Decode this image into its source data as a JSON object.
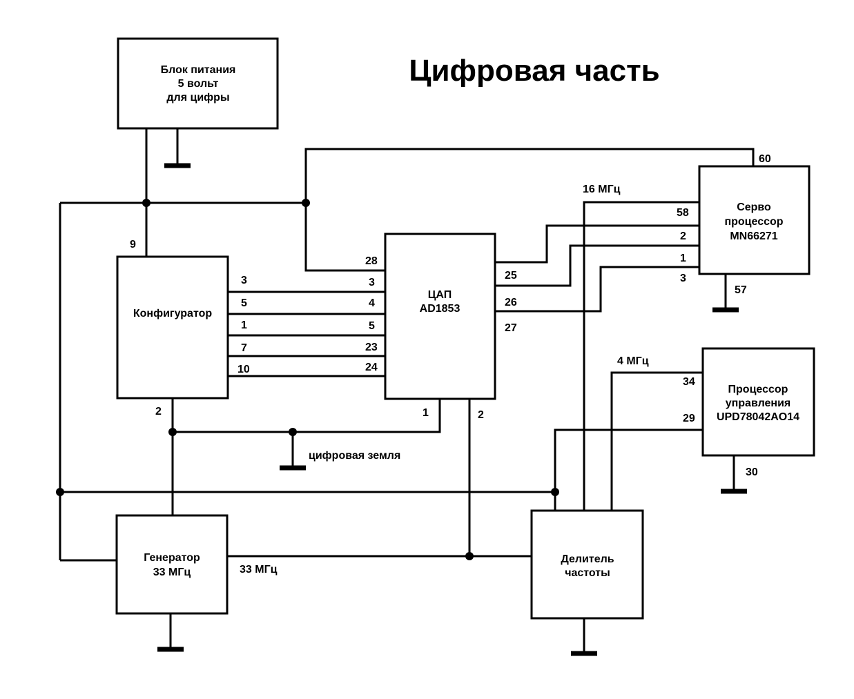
{
  "title": "Цифровая часть",
  "blocks": {
    "power": {
      "lines": [
        "Блок питания",
        "5 вольт",
        "для цифры"
      ]
    },
    "configurator": {
      "lines": [
        "Конфигуратор"
      ]
    },
    "dac": {
      "lines": [
        "ЦАП",
        "AD1853"
      ]
    },
    "servo": {
      "lines": [
        "Серво",
        "процессор",
        "MN66271"
      ]
    },
    "control": {
      "lines": [
        "Процессор",
        "управления",
        "UPD78042AO14"
      ]
    },
    "generator": {
      "lines": [
        "Генератор",
        "33 МГц"
      ]
    },
    "divider": {
      "lines": [
        "Делитель",
        "частоты"
      ]
    }
  },
  "labels": {
    "pin_9": "9",
    "conf_out_3": "3",
    "conf_out_5": "5",
    "conf_out_1": "1",
    "conf_out_7": "7",
    "conf_out_10": "10",
    "conf_pin_2": "2",
    "dac_in_28": "28",
    "dac_in_3": "3",
    "dac_in_4": "4",
    "dac_in_5": "5",
    "dac_in_23": "23",
    "dac_in_24": "24",
    "dac_out_25": "25",
    "dac_out_26": "26",
    "dac_out_27": "27",
    "dac_pin_1": "1",
    "dac_pin_2": "2",
    "servo_60": "60",
    "servo_58": "58",
    "servo_2": "2",
    "servo_1": "1",
    "servo_3": "3",
    "servo_57": "57",
    "freq_16": "16 МГц",
    "freq_4": "4 МГц",
    "ctrl_34": "34",
    "ctrl_29": "29",
    "ctrl_30": "30",
    "digital_ground": "цифровая земля",
    "freq_33": "33 МГц"
  },
  "colors": {
    "ink": "#000000",
    "background": "#ffffff"
  }
}
